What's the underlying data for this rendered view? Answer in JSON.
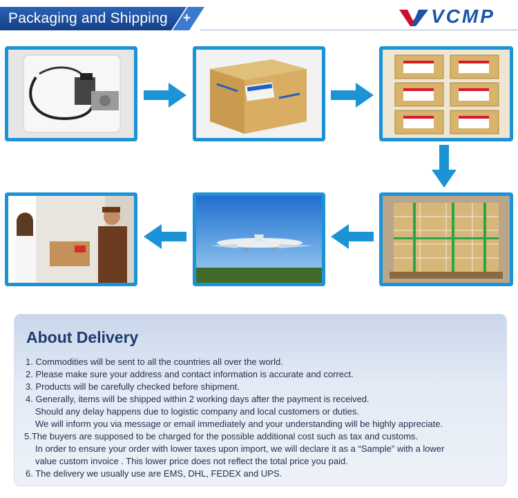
{
  "header": {
    "title": "Packaging and Shipping",
    "plus": "+",
    "logo": "VCMP",
    "accent": "#1b4fa0",
    "frame_color": "#1b93d6"
  },
  "flow": {
    "steps": [
      {
        "icon": "motor-in-foam-photo-icon"
      },
      {
        "icon": "cardboard-box-photo-icon"
      },
      {
        "icon": "stacked-boxes-photo-icon"
      },
      {
        "icon": "pallet-photo-icon"
      },
      {
        "icon": "airplane-photo-icon"
      },
      {
        "icon": "courier-delivery-photo-icon"
      }
    ]
  },
  "delivery": {
    "title": "About Delivery",
    "lines": [
      "1. Commodities will be sent to all the countries all over the world.",
      "2. Please make sure your address and contact information is accurate and correct.",
      "3. Products will be carefully checked before shipment.",
      "4. Generally, items will be shipped within 2 working days after the payment is received.",
      "Should any delay happens due to logistic company and local customers or duties.",
      "We will inform you via message or email immediately and your  understanding will be highly appreciate.",
      "5.The buyers are supposed to be charged for the possible additional cost such as tax and customs.",
      "In order to ensure your order with lower taxes upon import, we will declare it as a “Sample” with a lower",
      "value custom invoice . This lower price does not reflect the total price you paid.",
      "6. The delivery we usually use are EMS, DHL, FEDEX  and UPS."
    ]
  }
}
